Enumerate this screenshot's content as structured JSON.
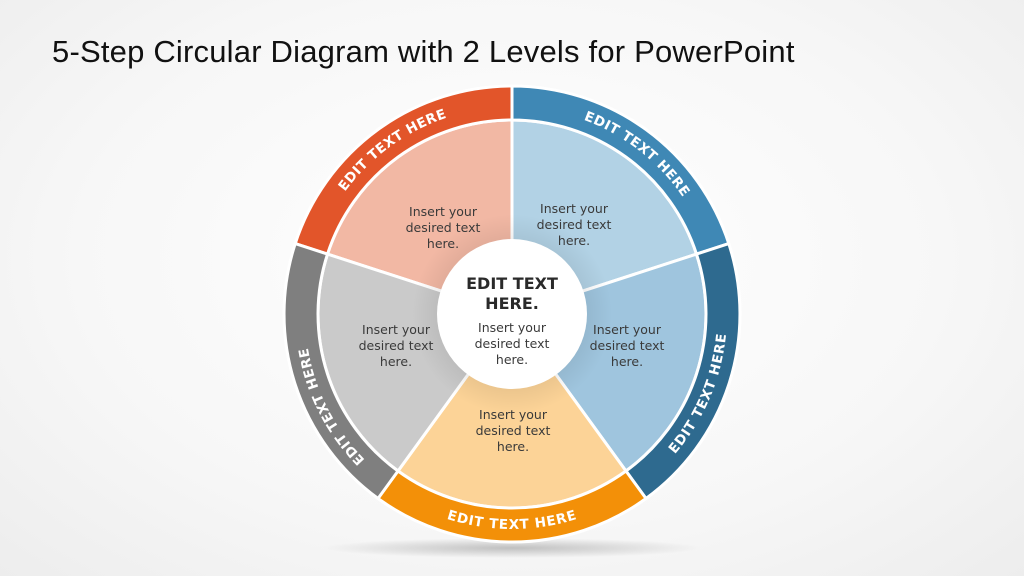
{
  "title": "5-Step Circular Diagram with 2 Levels for PowerPoint",
  "center": {
    "title_line1": "EDIT TEXT",
    "title_line2": "HERE.",
    "text_line1": "Insert your",
    "text_line2": "desired text",
    "text_line3": "here."
  },
  "segments": [
    {
      "position": "top-left",
      "ring_label": "EDIT TEXT HERE",
      "text_line1": "Insert your",
      "text_line2": "desired text",
      "text_line3": "here.",
      "ring_color": "#E2552A",
      "wedge_color": "#F2B8A4"
    },
    {
      "position": "top-right",
      "ring_label": "EDIT TEXT HERE",
      "text_line1": "Insert your",
      "text_line2": "desired text",
      "text_line3": "here.",
      "ring_color": "#3F88B5",
      "wedge_color": "#B2D2E5"
    },
    {
      "position": "right",
      "ring_label": "EDIT TEXT HERE",
      "text_line1": "Insert your",
      "text_line2": "desired text",
      "text_line3": "here.",
      "ring_color": "#2E6A8F",
      "wedge_color": "#9FC5DE"
    },
    {
      "position": "bottom",
      "ring_label": "EDIT TEXT HERE",
      "text_line1": "Insert your",
      "text_line2": "desired text",
      "text_line3": "here.",
      "ring_color": "#F39008",
      "wedge_color": "#FCD397"
    },
    {
      "position": "left",
      "ring_label": "EDIT TEXT HERE",
      "text_line1": "Insert your",
      "text_line2": "desired text",
      "text_line3": "here.",
      "ring_color": "#7F7F7F",
      "wedge_color": "#CACACA"
    }
  ]
}
